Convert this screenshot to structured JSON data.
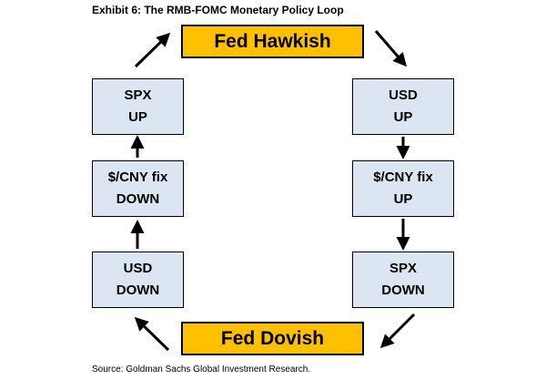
{
  "title": "Exhibit 6: The RMB-FOMC Monetary Policy Loop",
  "fed_hawkish": "Fed Hawkish",
  "fed_dovish": "Fed Dovish",
  "right_column": [
    {
      "line1": "USD",
      "line2": "UP"
    },
    {
      "line1": "$/CNY fix",
      "line2": "UP"
    },
    {
      "line1": "SPX",
      "line2": "DOWN"
    }
  ],
  "left_column": [
    {
      "line1": "SPX",
      "line2": "UP"
    },
    {
      "line1": "$/CNY fix",
      "line2": "DOWN"
    },
    {
      "line1": "USD",
      "line2": "DOWN"
    }
  ],
  "source": "Source: Goldman Sachs Global Investment Research."
}
